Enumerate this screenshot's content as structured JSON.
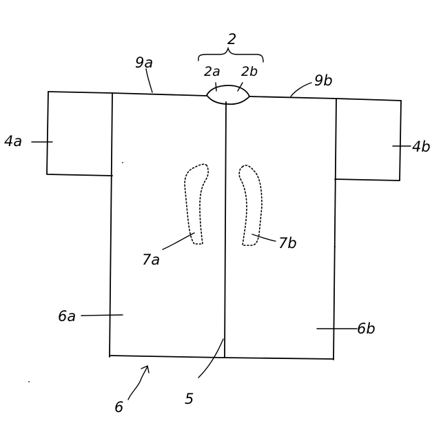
{
  "labels": {
    "collar_group": "2",
    "collar_left": "2a",
    "collar_right": "2b",
    "shoulder_left": "9a",
    "shoulder_right": "9b",
    "sleeve_left": "4a",
    "sleeve_right": "4b",
    "center_seam": "5",
    "garment": "6",
    "panel_left": "6a",
    "panel_right": "6b",
    "pocket_left": "7a",
    "pocket_right": "7b"
  }
}
